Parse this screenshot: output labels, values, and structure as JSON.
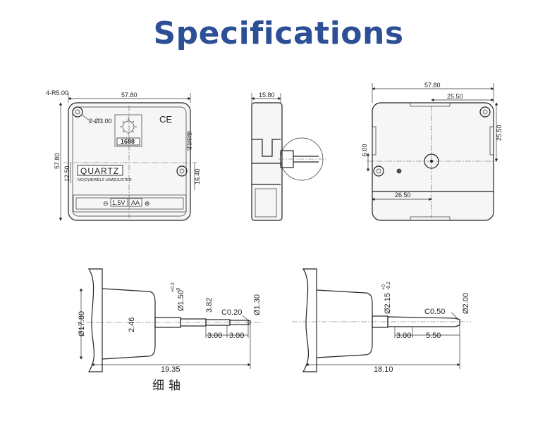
{
  "title": "Specifications",
  "front_view": {
    "corner_radius": "4-R5.00",
    "width": "57.80",
    "hole_dia": "2-Ø3.00",
    "height": "57.80",
    "dim_12_50": "12.50",
    "dim_16_40": "16.40",
    "ce_mark": "CE",
    "model_no": "1688",
    "brand": "QUARTZ",
    "brand_sub": "NO(O)JEWELS UNADJUSTED",
    "battery_voltage": "1.5V",
    "battery_type": "AA",
    "side_label": "插线机芯",
    "battery_minus": "⊖",
    "battery_plus": "⊕"
  },
  "side_view": {
    "depth": "15.80"
  },
  "back_view": {
    "width": "57.80",
    "dim_25_50_top": "25.50",
    "dim_25_50_right": "25.50",
    "dim_6_00": "6.00",
    "dim_26_50": "26.50"
  },
  "shaft_left": {
    "body_dia": "Ø17.80",
    "hub_dia": "2.46",
    "tol_dia": "Ø1.50",
    "tol_dia_upper": "+0.2",
    "tol_dia_lower": "-0",
    "dim_3_82": "3.82",
    "chamfer": "C0.20",
    "tip_dia": "Ø1.30",
    "seg_1": "3.00",
    "seg_2": "3.00",
    "total_length": "19.35"
  },
  "shaft_right": {
    "tol_dia": "Ø2.15",
    "tol_dia_upper": "+0",
    "tol_dia_lower": "-0.2",
    "chamfer": "C0.50",
    "tip_dia": "Ø2.00",
    "seg_1": "3.00",
    "seg_2": "5.50",
    "total_length": "18.10"
  },
  "caption": "细轴"
}
